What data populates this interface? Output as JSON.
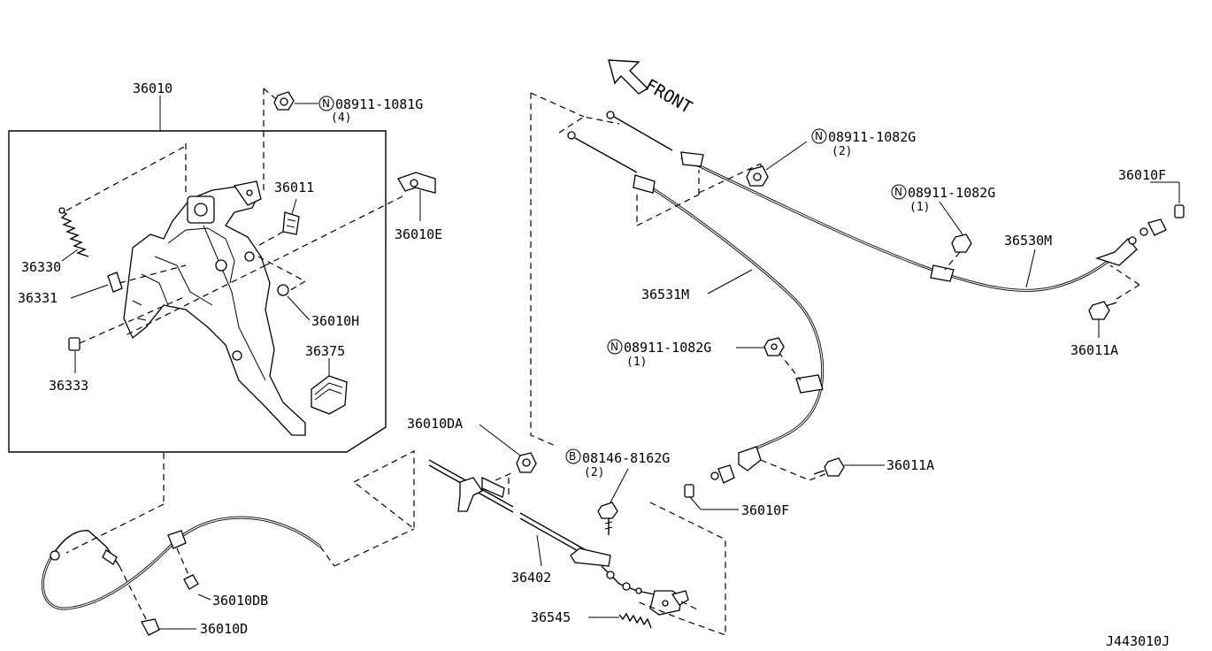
{
  "diagram": {
    "code": "J443010J",
    "front_label": "FRONT",
    "parts": {
      "p36010": "36010",
      "p36011": "36011",
      "p36010E": "36010E",
      "p36330": "36330",
      "p36331": "36331",
      "p36333": "36333",
      "p36010H": "36010H",
      "p36375": "36375",
      "p36010DB": "36010DB",
      "p36010D": "36010D",
      "p36010DA": "36010DA",
      "p36402": "36402",
      "p36545": "36545",
      "p36531M": "36531M",
      "p36530M": "36530M",
      "p36011A_right": "36011A",
      "p36011A_mid": "36011A",
      "p36010F_right": "36010F",
      "p36010F_mid": "36010F"
    },
    "fasteners": {
      "f1": {
        "prefix": "N",
        "number": "08911-1081G",
        "qty": "(4)"
      },
      "f2": {
        "prefix": "N",
        "number": "08911-1082G",
        "qty": "(2)"
      },
      "f3": {
        "prefix": "N",
        "number": "08911-1082G",
        "qty": "(1)"
      },
      "f4": {
        "prefix": "N",
        "number": "08911-1082G",
        "qty": "(1)"
      },
      "f5": {
        "prefix": "B",
        "number": "08146-8162G",
        "qty": "(2)"
      }
    }
  }
}
